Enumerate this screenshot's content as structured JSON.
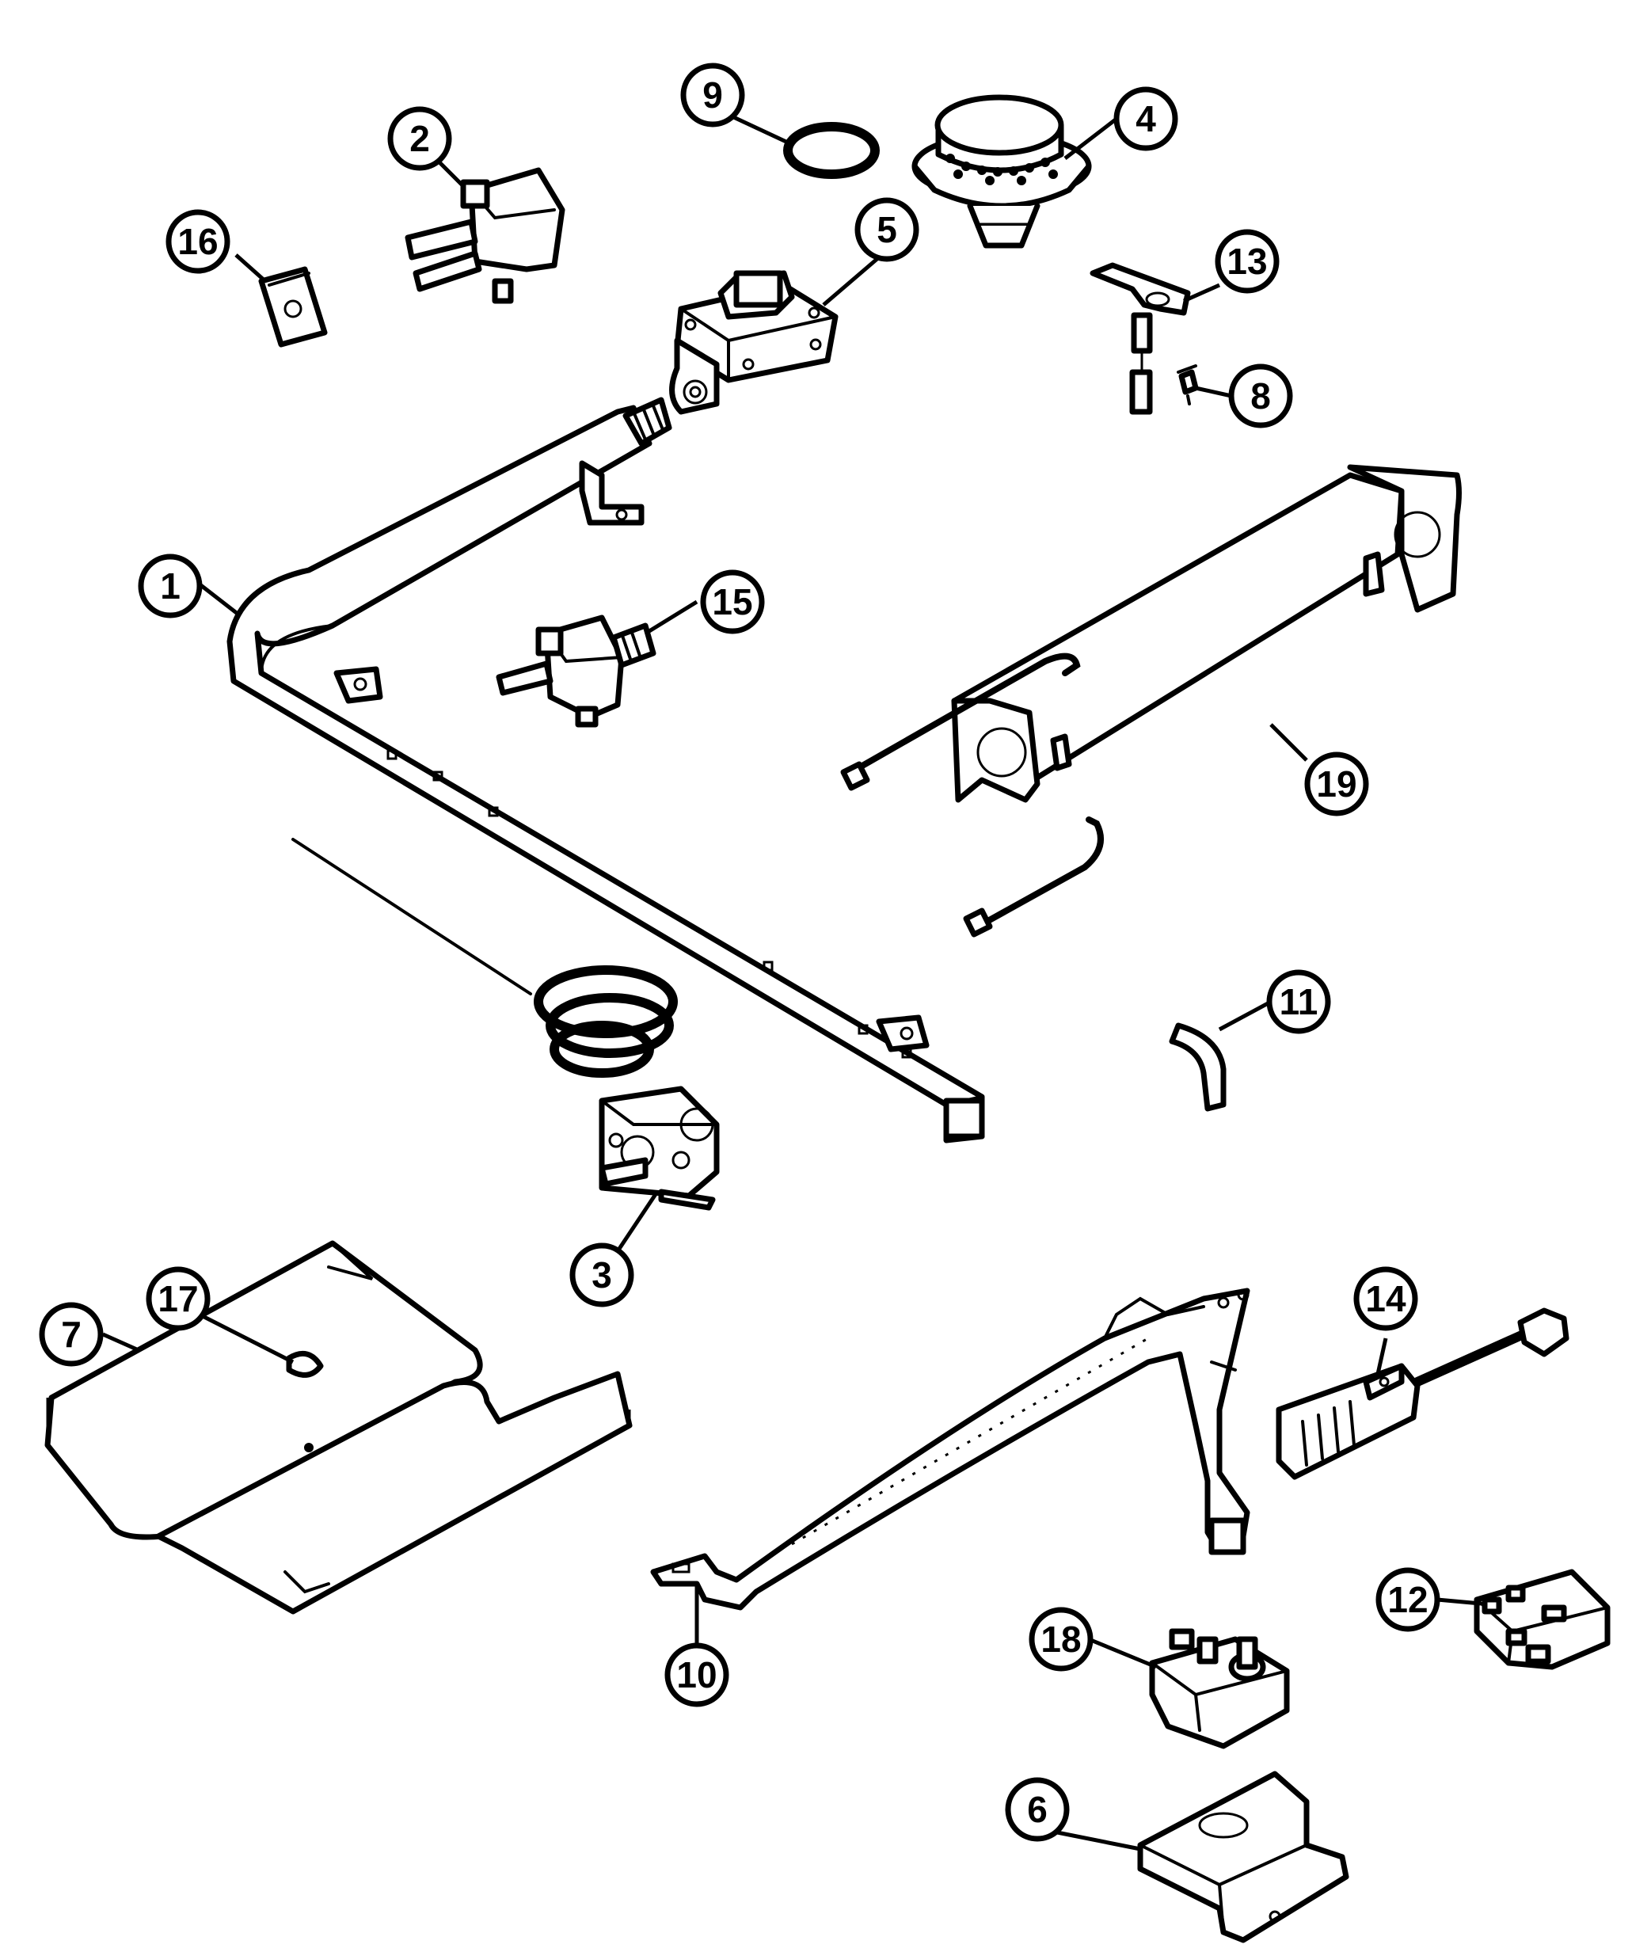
{
  "diagram": {
    "callouts": [
      {
        "label": "1"
      },
      {
        "label": "2"
      },
      {
        "label": "3"
      },
      {
        "label": "4"
      },
      {
        "label": "5"
      },
      {
        "label": "6"
      },
      {
        "label": "7"
      },
      {
        "label": "8"
      },
      {
        "label": "9"
      },
      {
        "label": "10"
      },
      {
        "label": "11"
      },
      {
        "label": "12"
      },
      {
        "label": "13"
      },
      {
        "label": "14"
      },
      {
        "label": "15"
      },
      {
        "label": "16"
      },
      {
        "label": "17"
      },
      {
        "label": "18"
      },
      {
        "label": "19"
      }
    ]
  },
  "colors": {
    "ink": "#000000",
    "paper": "#ffffff"
  }
}
